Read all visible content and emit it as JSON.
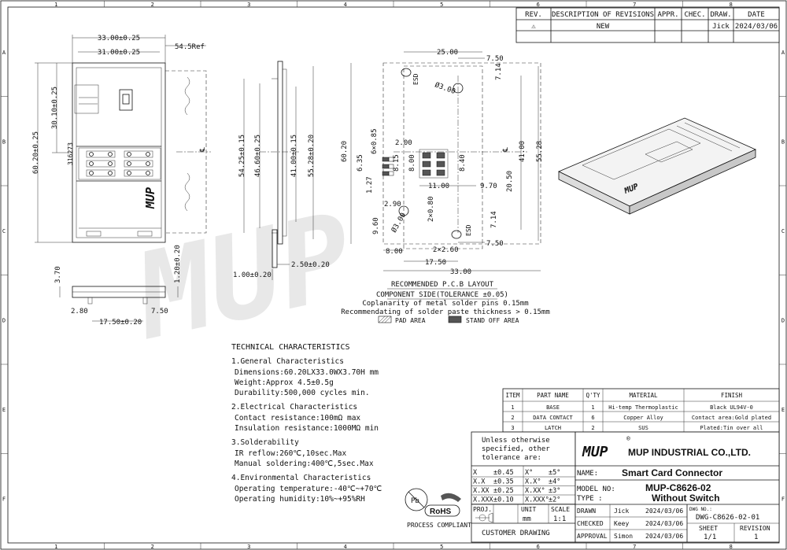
{
  "frame": {
    "columns": [
      "1",
      "2",
      "3",
      "4",
      "5",
      "6",
      "7",
      "8"
    ],
    "rows": [
      "A",
      "B",
      "C",
      "D",
      "E",
      "F"
    ]
  },
  "revision_table": {
    "headers": [
      "REV.",
      "DESCRIPTION OF REVISIONS",
      "APPR.",
      "CHEC.",
      "DRAW.",
      "DATE"
    ],
    "row": {
      "rev_symbol": "⚠",
      "description": "NEW",
      "appr": "",
      "chec": "",
      "draw": "Jick",
      "date": "2024/03/06"
    }
  },
  "top_view": {
    "dims": {
      "width_outer": "33.00±0.25",
      "width_inner": "31.00±0.25",
      "ref": "54.5Ref",
      "length_total": "60.20±0.25",
      "length_partial": "30.10±0.25"
    },
    "marks": {
      "code": "316273",
      "logo": "MUP"
    }
  },
  "side_view": {
    "dims": {
      "d1": "54.25±0.15",
      "d2": "46.60±0.25",
      "d3": "41.00±0.15",
      "d4": "55.28±0.20",
      "bottom_a": "1.00±0.20",
      "bottom_b": "2.50±0.20"
    }
  },
  "front_view": {
    "dims": {
      "h1": "3.70",
      "h2": "1.20±0.20",
      "w1": "2.80",
      "w2": "17.50±0.20",
      "w3": "7.50"
    }
  },
  "pcb_layout": {
    "dims": {
      "top_width": "25.00",
      "top_right": "7.50",
      "right_offset": "7.14",
      "hole_top": "Ø3.00",
      "height_left": "60.20",
      "d_41": "41.00",
      "d_5528": "55.28",
      "d_2050": "20.50",
      "d_635": "6.35",
      "d_127": "1.27",
      "d_6x085": "6×0.85",
      "d_200": "2.00",
      "d_815": "8.15",
      "d_800a": "8.00",
      "d_840": "8.40",
      "d_1100": "11.00",
      "d_970": "9.70",
      "d_290": "2.90",
      "d_2x080": "2×0.80",
      "d_960": "9.60",
      "hole_bottom": "Ø3.00",
      "right_offset_b": "7.14",
      "d_2x260": "2×2.60",
      "bottom_right": "7.50",
      "d_800b": "8.00",
      "d_1750": "17.50",
      "bottom_width": "33.00"
    },
    "esd_top": "ESD",
    "esd_bottom": "ESD",
    "centerline": "℄",
    "notes": {
      "title": "RECOMMENDED P.C.B LAYOUT",
      "side": "COMPONENT SIDE(TOLERANCE ±0.05)",
      "coplanarity": "Coplanarity of metal solder pins 0.15mm",
      "paste": "Recommendating of  solder paste thickness > 0.15mm",
      "legend_pad": "PAD AREA",
      "legend_standoff": "STAND OFF AREA"
    }
  },
  "tech": {
    "title": "TECHNICAL CHARACTERISTICS",
    "sections": [
      {
        "heading": "1.General Characteristics",
        "lines": [
          "Dimensions:60.20LX33.0WX3.70H mm",
          "Weight:Approx 4.5±0.5g",
          "Durability:500,000 cycles min."
        ]
      },
      {
        "heading": "2.Electrical Characteristics",
        "lines": [
          "Contact resistance:100mΩ max",
          "Insulation resistance:1000MΩ min"
        ]
      },
      {
        "heading": "3.Solderability",
        "lines": [
          "IR reflow:260℃,10sec.Max",
          "Manual soldering:400℃,5sec.Max"
        ]
      },
      {
        "heading": "4.Environmental Characteristics",
        "lines": [
          "Operating temperature:-40℃~+70℃",
          "Operating humidity:10%~+95%RH"
        ]
      }
    ]
  },
  "bom": {
    "headers": [
      "ITEM",
      "PART NAME",
      "Q'TY",
      "MATERIAL",
      "FINISH"
    ],
    "rows": [
      [
        "1",
        "BASE",
        "1",
        "Hi-temp Thermoplastic",
        "Black UL94V-0"
      ],
      [
        "2",
        "DATA CONTACT",
        "6",
        "Copper Alloy",
        "Contact area:Gold plated"
      ],
      [
        "3",
        "LATCH",
        "2",
        "SUS",
        "Plated:Tin over all"
      ]
    ]
  },
  "tolerance": {
    "heading": [
      "Unless otherwise",
      "specified, other",
      "tolerance are:"
    ],
    "rows": [
      [
        "X",
        "±0.45",
        "X°",
        "±5°"
      ],
      [
        "X.X",
        "±0.35",
        "X.X°",
        "±4°"
      ],
      [
        "X.XX",
        "±0.25",
        "X.XX°",
        "±3°"
      ],
      [
        "X.XXX",
        "±0.10",
        "X.XXX°",
        "±2°"
      ]
    ],
    "proj": "PROJ.",
    "unit_label": "UNIT",
    "unit_value": "mm",
    "scale_label": "SCALE",
    "scale_value": "1:1",
    "customer": "CUSTOMER DRAWING"
  },
  "title_block": {
    "logo": "MUP",
    "registered": "®",
    "company": "MUP INDUSTRIAL CO.,LTD.",
    "name_label": "NAME:",
    "name_value": "Smart Card Connector",
    "model_label": "MODEL NO:",
    "model_value": "MUP-C8626-02",
    "type_label": "TYPE :",
    "type_value": "Without Switch",
    "drawn_label": "DRAWN",
    "drawn_name": "Jick",
    "drawn_date": "2024/03/06",
    "checked_label": "CHECKED",
    "checked_name": "Keey",
    "checked_date": "2024/03/06",
    "approval_label": "APPROVAL",
    "approval_name": "Simon",
    "approval_date": "2024/03/06",
    "dwg_label": "DWG NO.:",
    "dwg_value": "DWG-C8626-02-01",
    "sheet_label": "SHEET",
    "sheet_value": "1/1",
    "revision_label": "REVISION",
    "revision_value": "1"
  },
  "rohs": {
    "label": "RoHS",
    "pb": "Pb",
    "caption": "PROCESS COMPLIANT"
  },
  "watermark": "MUP"
}
